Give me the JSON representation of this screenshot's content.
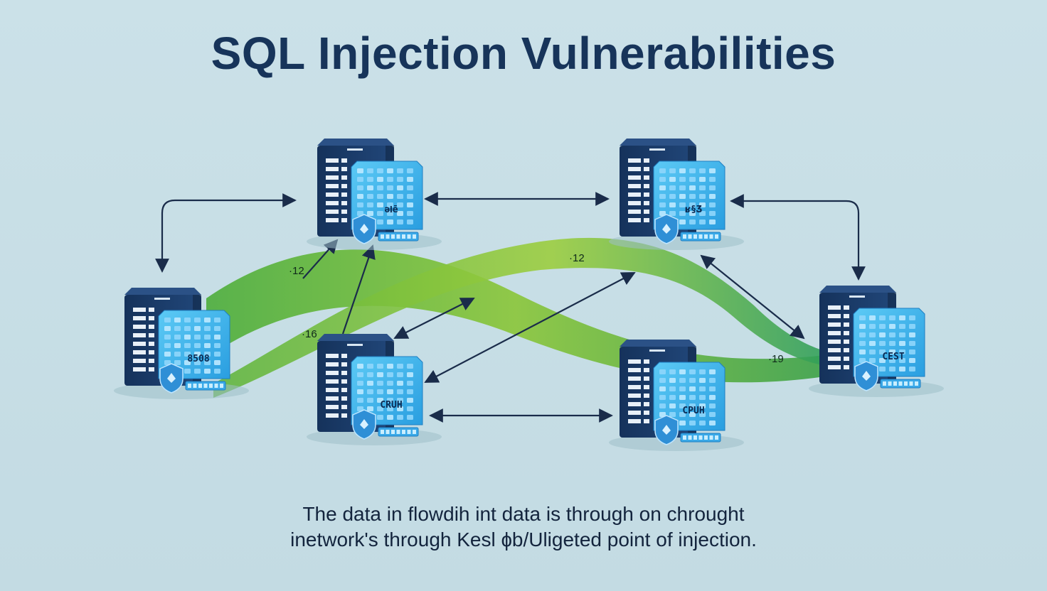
{
  "title": "SQL Injection Vulnerabilities",
  "caption": {
    "line1": "The data in flowdih int data is through on chrought",
    "line2": "inetwork's through Kesl ɸb/Uligeted point of injection."
  },
  "flow_labels": {
    "upper_left": "·12",
    "upper_mid": "·12",
    "lower_left": "·16",
    "right": "·19"
  },
  "servers": [
    {
      "id": "server-top-left",
      "chip": "əⱡē"
    },
    {
      "id": "server-top-right",
      "chip": "ʁ§Ʒ"
    },
    {
      "id": "server-mid-left",
      "chip": "8508"
    },
    {
      "id": "server-center",
      "chip": "CRUH"
    },
    {
      "id": "server-bottom-right",
      "chip": "CPUH"
    },
    {
      "id": "server-far-right",
      "chip": "CEST"
    }
  ],
  "colors": {
    "server_dark": "#1d3d6b",
    "server_light": "#3db3ea",
    "flow_green": "#6fbe3a",
    "arrow": "#1a2c4a"
  }
}
